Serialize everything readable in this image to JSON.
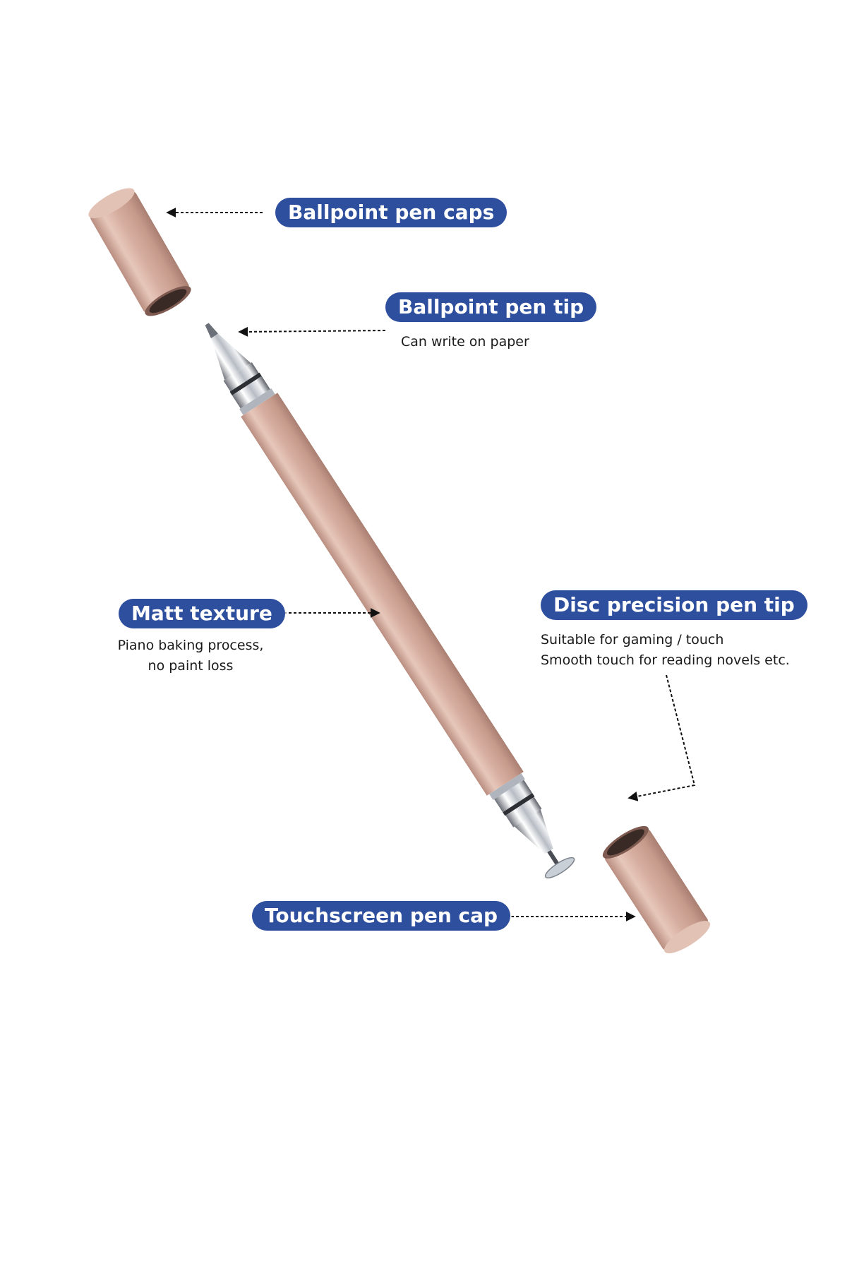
{
  "colors": {
    "pill_bg": "#2e4e9e",
    "pen_body": "#d7b0a2",
    "metal": "#c8ccd2"
  },
  "labels": {
    "ballpoint_caps": "Ballpoint pen caps",
    "ballpoint_tip": "Ballpoint pen tip",
    "ballpoint_tip_desc": "Can write on paper",
    "matt_texture": "Matt texture",
    "matt_desc_1": "Piano baking process,",
    "matt_desc_2": "no paint loss",
    "disc_tip": "Disc precision pen tip",
    "disc_desc_1": "Suitable for gaming / touch",
    "disc_desc_2": "Smooth touch for reading novels etc.",
    "touch_cap": "Touchscreen pen cap"
  }
}
